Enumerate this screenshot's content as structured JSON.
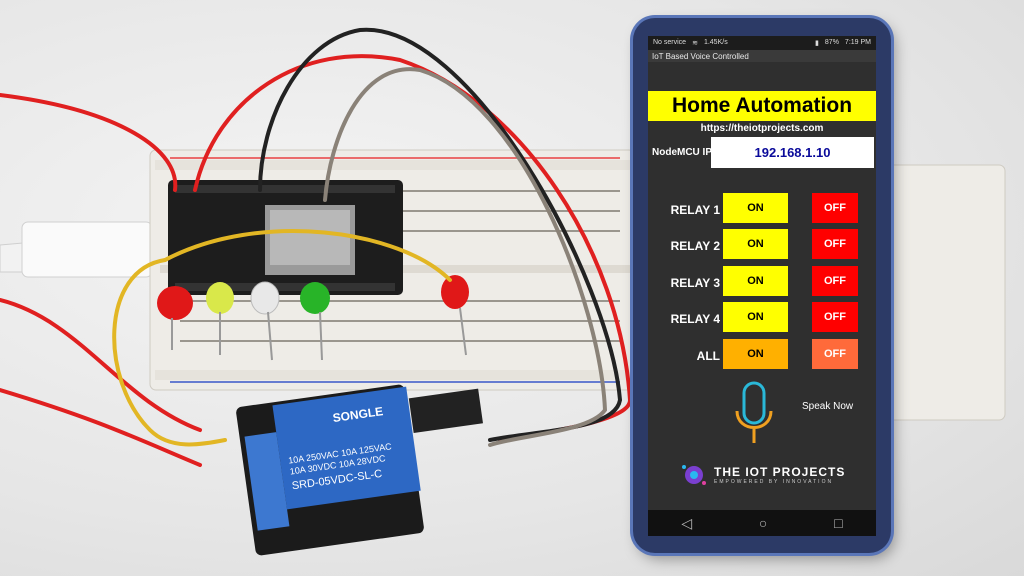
{
  "status_bar": {
    "carrier": "No service",
    "speed": "1.45K/s",
    "battery": "87%",
    "time": "7:19 PM"
  },
  "app_bar": {
    "title": "IoT Based Voice Controlled"
  },
  "app": {
    "title": "Home Automation",
    "url": "https://theiotprojects.com",
    "ip_label": "NodeMCU IP",
    "ip_value": "192.168.1.10",
    "rows": [
      {
        "label": "RELAY 1",
        "on": "ON",
        "off": "OFF"
      },
      {
        "label": "RELAY 2",
        "on": "ON",
        "off": "OFF"
      },
      {
        "label": "RELAY 3",
        "on": "ON",
        "off": "OFF"
      },
      {
        "label": "RELAY 4",
        "on": "ON",
        "off": "OFF"
      },
      {
        "label": "ALL",
        "on": "ON",
        "off": "OFF"
      }
    ],
    "speak_label": "Speak Now",
    "brand_name": "THE IOT PROJECTS",
    "brand_tagline": "EMPOWERED BY INNOVATION"
  },
  "relay_module": {
    "brand": "SONGLE",
    "spec_line1": "10A 250VAC  10A 125VAC",
    "spec_line2": "10A  30VDC  10A  28VDC",
    "model": "SRD-05VDC-SL-C"
  },
  "colors": {
    "on_button": "#ffff00",
    "off_button": "#ff0000",
    "all_on_button": "#ffb000",
    "all_off_button": "#ff6a3a",
    "title_bar": "#ffff00",
    "ip_text": "#0a0a9a"
  }
}
